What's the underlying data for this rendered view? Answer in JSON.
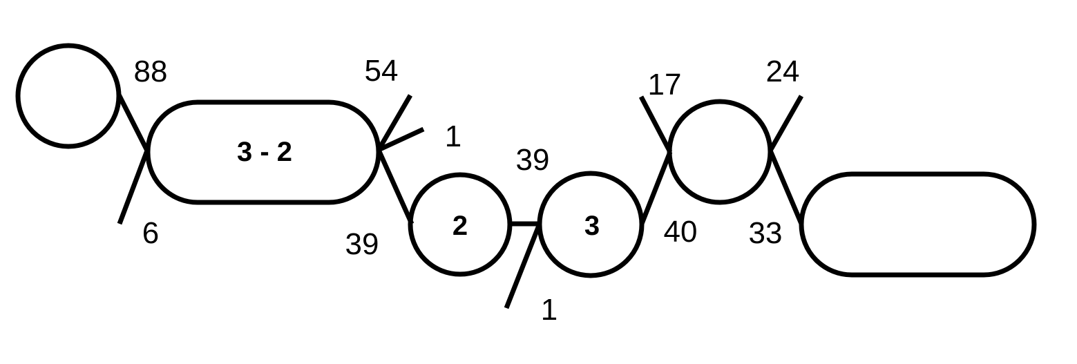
{
  "diagram": {
    "nodes": [
      {
        "id": "n1",
        "shape": "circle",
        "label": ""
      },
      {
        "id": "n2",
        "shape": "rounded-rect",
        "label": "3 - 2"
      },
      {
        "id": "n3",
        "shape": "circle",
        "label": "2"
      },
      {
        "id": "n4",
        "shape": "circle",
        "label": "3"
      },
      {
        "id": "n5",
        "shape": "circle",
        "label": ""
      },
      {
        "id": "n6",
        "shape": "rounded-rect",
        "label": ""
      }
    ],
    "edge_labels": [
      "88",
      "6",
      "54",
      "1",
      "39",
      "39",
      "1",
      "40",
      "17",
      "24",
      "33"
    ]
  },
  "colors": {
    "stroke": "#000000",
    "background": "#ffffff"
  }
}
